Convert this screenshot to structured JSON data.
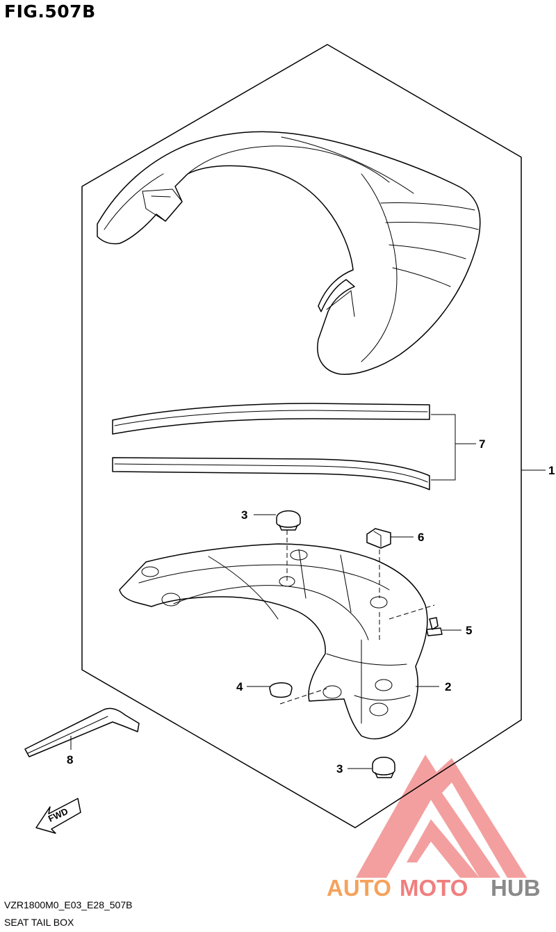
{
  "figure_title": "FIG.507B",
  "diagram_code": "VZR1800M0_E03_E28_507B",
  "diagram_name": "SEAT TAIL BOX",
  "fwd_label": "FWD",
  "callouts": {
    "c1": "1",
    "c2": "2",
    "c3a": "3",
    "c3b": "3",
    "c4": "4",
    "c5": "5",
    "c6": "6",
    "c7": "7",
    "c8": "8"
  },
  "watermark": {
    "part1": "AUTO",
    "part2": "MOTO",
    "part3": "HUB",
    "colors": {
      "auto": "#f5a25d",
      "moto": "#ef7f7f",
      "hub": "#8a8a8a",
      "triangle": "#ef7f7f"
    }
  }
}
